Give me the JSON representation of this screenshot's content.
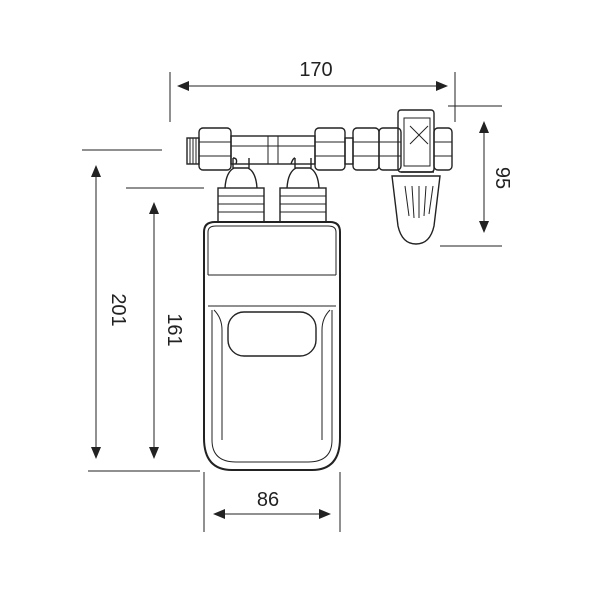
{
  "drawing": {
    "subject": "water heater with fitting",
    "dimensions": {
      "width_top": "170",
      "fitting_height": "95",
      "total_height": "201",
      "body_height": "161",
      "body_width": "86"
    }
  }
}
